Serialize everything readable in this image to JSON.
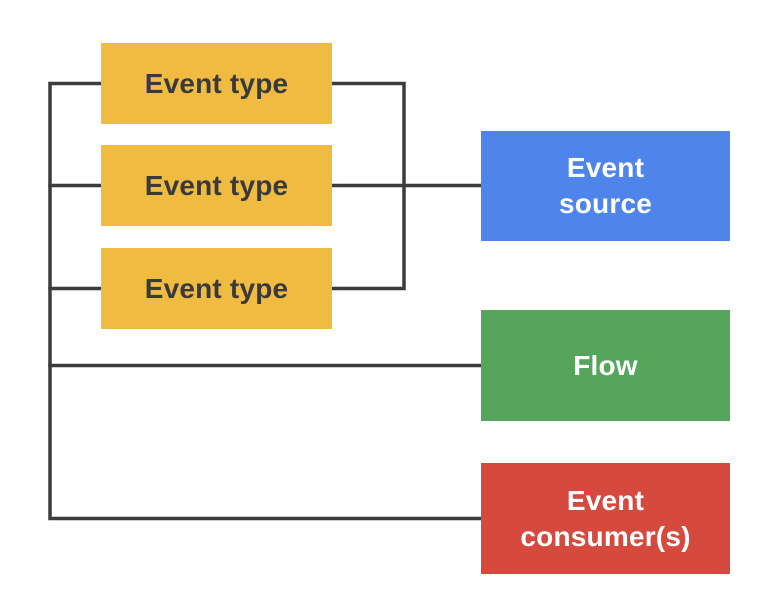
{
  "diagram": {
    "description": "Event-driven architecture diagram with event types feeding an event source, flow, and event consumers",
    "nodes": {
      "event_type_1": {
        "label": "Event type",
        "fill": "#EFBB41",
        "text_color": "#3A3A3A"
      },
      "event_type_2": {
        "label": "Event type",
        "fill": "#EFBB41",
        "text_color": "#3A3A3A"
      },
      "event_type_3": {
        "label": "Event type",
        "fill": "#EFBB41",
        "text_color": "#3A3A3A"
      },
      "event_source": {
        "label": "Event\nsource",
        "fill": "#4F85EA",
        "text_color": "#FFFFFF"
      },
      "flow": {
        "label": "Flow",
        "fill": "#55A55C",
        "text_color": "#FFFFFF"
      },
      "event_consumer": {
        "label": "Event\nconsumer(s)",
        "fill": "#D6493E",
        "text_color": "#FFFFFF"
      }
    },
    "connectors": {
      "color": "#3C3C3C",
      "stroke_width": 3.5,
      "links": [
        "event_type_1 / event_type_2 / event_type_3 join a left bus that runs down to flow and event_consumer rows",
        "event_type_1 / event_type_2 / event_type_3 join a right bus that connects to event_source",
        "left bus connects to flow",
        "left bus connects to event_consumer"
      ]
    }
  }
}
